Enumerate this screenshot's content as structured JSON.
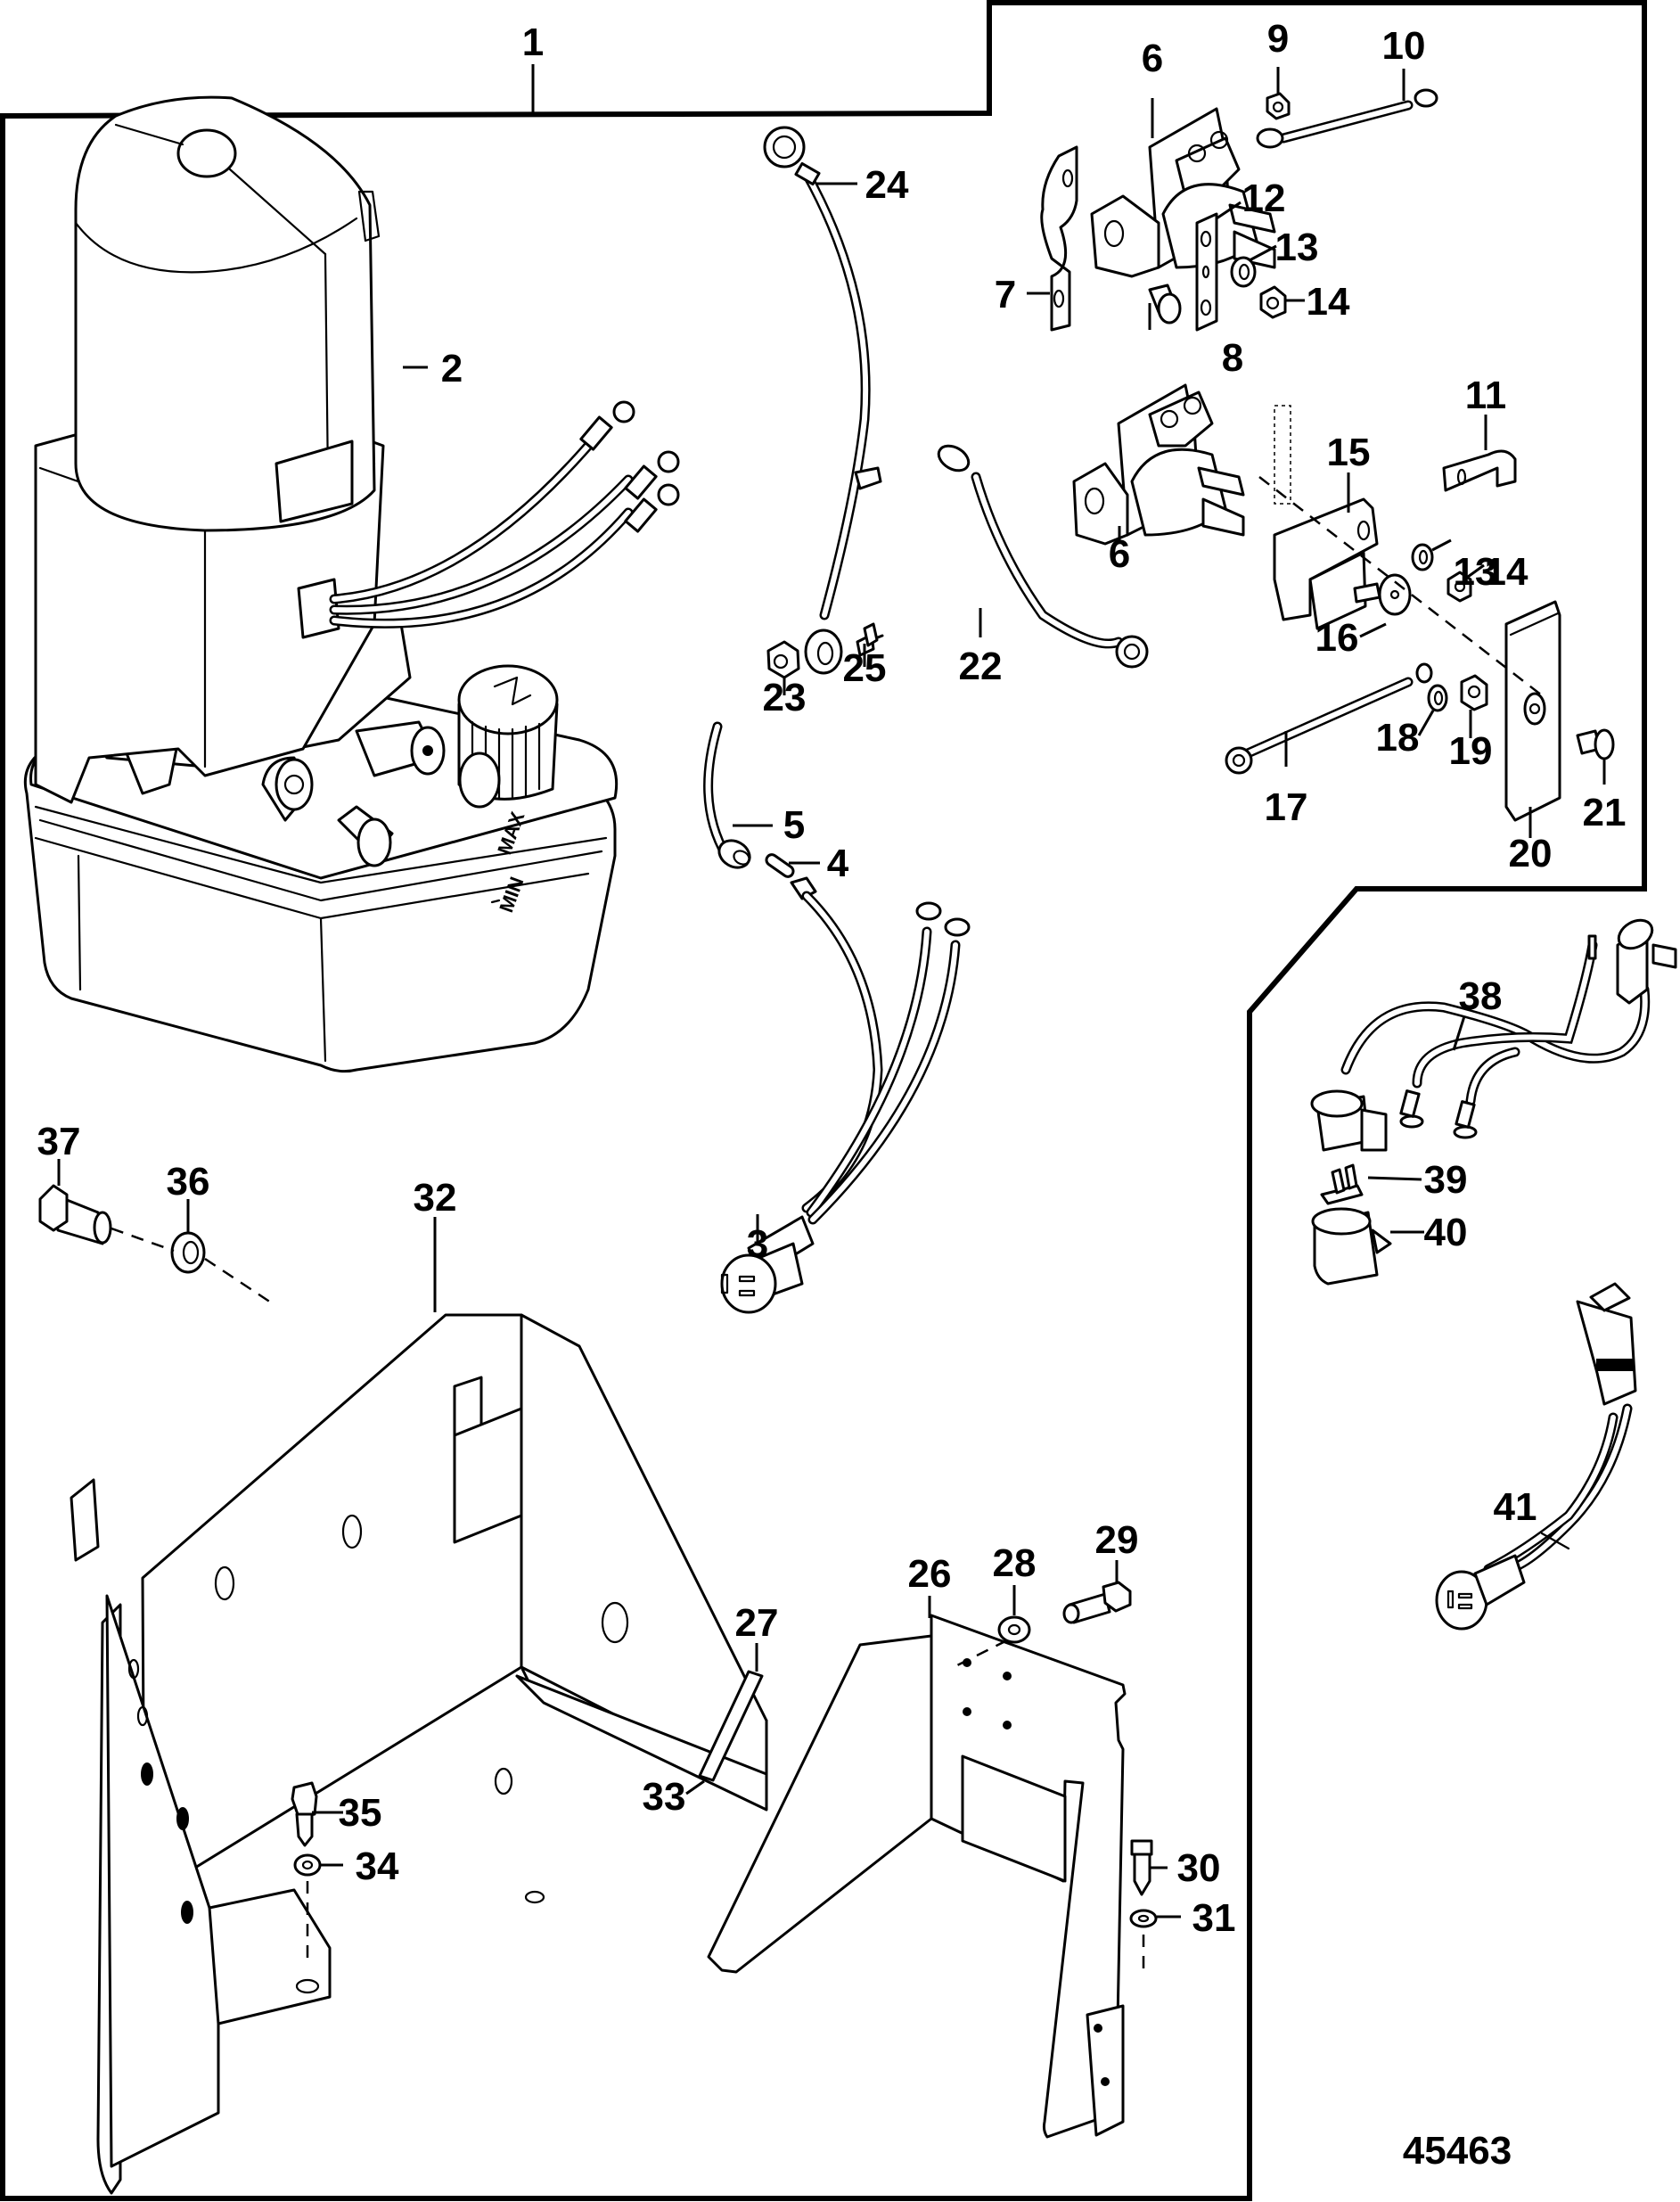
{
  "diagram": {
    "title": "Power Trim Pump Assembly - Exploded Parts View",
    "figure_number": "45463",
    "colors": {
      "line": "#000000",
      "background": "#ffffff"
    },
    "motor_markings": {
      "reservoir_max": "MAX",
      "reservoir_min": "MIN"
    },
    "callouts": [
      {
        "id": "1",
        "part": "pump-assembly-group"
      },
      {
        "id": "2",
        "part": "trim-pump-motor-reservoir"
      },
      {
        "id": "3",
        "part": "motor-harness-connector"
      },
      {
        "id": "4",
        "part": "pin"
      },
      {
        "id": "5",
        "part": "sleeve-connector"
      },
      {
        "id": "6",
        "part": "solenoid"
      },
      {
        "id": "6b",
        "label": "6",
        "part": "solenoid"
      },
      {
        "id": "7",
        "part": "bracket"
      },
      {
        "id": "8",
        "part": "screw"
      },
      {
        "id": "9",
        "part": "nut"
      },
      {
        "id": "10",
        "part": "cable"
      },
      {
        "id": "11",
        "part": "clip"
      },
      {
        "id": "12",
        "part": "plate"
      },
      {
        "id": "13",
        "part": "lockwasher"
      },
      {
        "id": "13b",
        "label": "13",
        "part": "lockwasher"
      },
      {
        "id": "14",
        "part": "nut"
      },
      {
        "id": "14b",
        "label": "14",
        "part": "nut"
      },
      {
        "id": "15",
        "part": "fuse-holder"
      },
      {
        "id": "16",
        "part": "washer"
      },
      {
        "id": "17",
        "part": "cable"
      },
      {
        "id": "18",
        "part": "lockwasher"
      },
      {
        "id": "19",
        "part": "nut"
      },
      {
        "id": "20",
        "part": "cover"
      },
      {
        "id": "21",
        "part": "screw"
      },
      {
        "id": "22",
        "part": "ground-cable"
      },
      {
        "id": "23",
        "part": "nut"
      },
      {
        "id": "24",
        "part": "ground-cable"
      },
      {
        "id": "25",
        "part": "screw"
      },
      {
        "id": "26",
        "part": "bracket"
      },
      {
        "id": "27",
        "part": "spacer"
      },
      {
        "id": "28",
        "part": "washer"
      },
      {
        "id": "29",
        "part": "screw"
      },
      {
        "id": "30",
        "part": "screw"
      },
      {
        "id": "31",
        "part": "washer"
      },
      {
        "id": "32",
        "part": "mounting-bracket"
      },
      {
        "id": "33",
        "part": "spacer-end"
      },
      {
        "id": "34",
        "part": "washer"
      },
      {
        "id": "35",
        "part": "screw"
      },
      {
        "id": "36",
        "part": "lockwasher"
      },
      {
        "id": "37",
        "part": "screw"
      },
      {
        "id": "38",
        "part": "harness-adapter"
      },
      {
        "id": "39",
        "part": "terminal-lock"
      },
      {
        "id": "40",
        "part": "connector-housing"
      },
      {
        "id": "41",
        "part": "harness"
      }
    ]
  }
}
